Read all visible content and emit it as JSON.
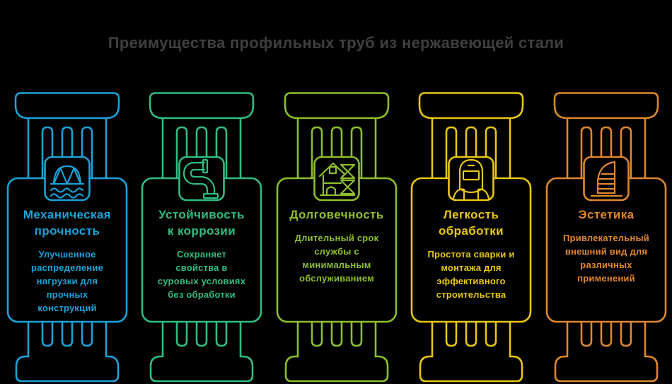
{
  "background_color": "#000000",
  "header": {
    "title": "Преимущества профильных труб из нержавеющей стали",
    "color": "#3f3f3f"
  },
  "pillars": [
    {
      "id": "mechanical-strength",
      "icon": "bridge-icon",
      "color": "#1ba2d8",
      "title": "Механическая\nпрочность",
      "description": "Улучшенное\nраспределение\nнагрузки для\nпрочных\nконструкций"
    },
    {
      "id": "corrosion-resistance",
      "icon": "pipe-icon",
      "color": "#30bd80",
      "title": "Устойчивость\nк коррозии",
      "description": "Сохраняет\nсвойства в\nсуровых условиях\nбез обработки"
    },
    {
      "id": "durability",
      "icon": "house-construction-icon",
      "color": "#8dbe2d",
      "title": "Долговечность",
      "description": "Длительный срок\nслужбы с\nминимальным\nобслуживанием"
    },
    {
      "id": "ease-of-processing",
      "icon": "welder-icon",
      "color": "#e8c713",
      "title": "Легкость\nобработки",
      "description": "Простота сварки и\nмонтажа для\nэффективного\nстроительства"
    },
    {
      "id": "aesthetics",
      "icon": "sail-building-icon",
      "color": "#e0872e",
      "title": "Эстетика",
      "description": "Привлекательный\nвнешний вид для\nразличных\nприменений"
    }
  ]
}
